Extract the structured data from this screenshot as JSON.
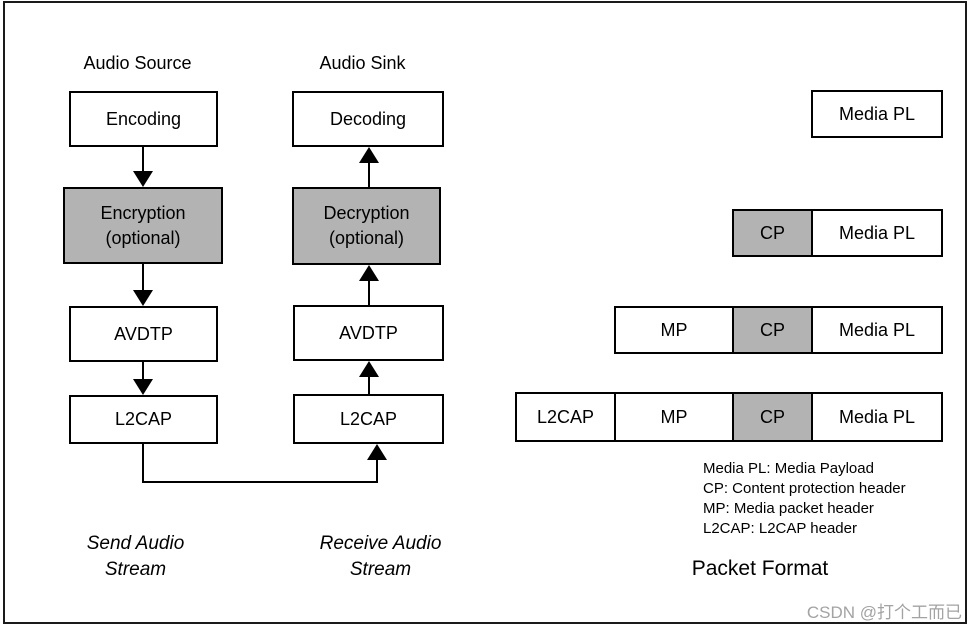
{
  "source": {
    "title": "Audio Source",
    "encoding": "Encoding",
    "encryption_line1": "Encryption",
    "encryption_line2": "(optional)",
    "avdtp": "AVDTP",
    "l2cap": "L2CAP",
    "caption_line1": "Send Audio",
    "caption_line2": "Stream"
  },
  "sink": {
    "title": "Audio Sink",
    "decoding": "Decoding",
    "decryption_line1": "Decryption",
    "decryption_line2": "(optional)",
    "avdtp": "AVDTP",
    "l2cap": "L2CAP",
    "caption_line1": "Receive Audio",
    "caption_line2": "Stream"
  },
  "packet_format": {
    "title": "Packet Format",
    "row1": {
      "media_pl": "Media PL"
    },
    "row2": {
      "cp": "CP",
      "media_pl": "Media PL"
    },
    "row3": {
      "mp": "MP",
      "cp": "CP",
      "media_pl": "Media PL"
    },
    "row4": {
      "l2cap": "L2CAP",
      "mp": "MP",
      "cp": "CP",
      "media_pl": "Media PL"
    },
    "legend": {
      "line1": "Media PL: Media Payload",
      "line2": "CP: Content protection header",
      "line3": "MP: Media packet header",
      "line4": "L2CAP: L2CAP header"
    }
  },
  "colors": {
    "shaded_box_fill": "#b3b3b3",
    "box_border": "#000000",
    "watermark_text": "#a3a3a3"
  },
  "watermark": "CSDN @打个工而已"
}
